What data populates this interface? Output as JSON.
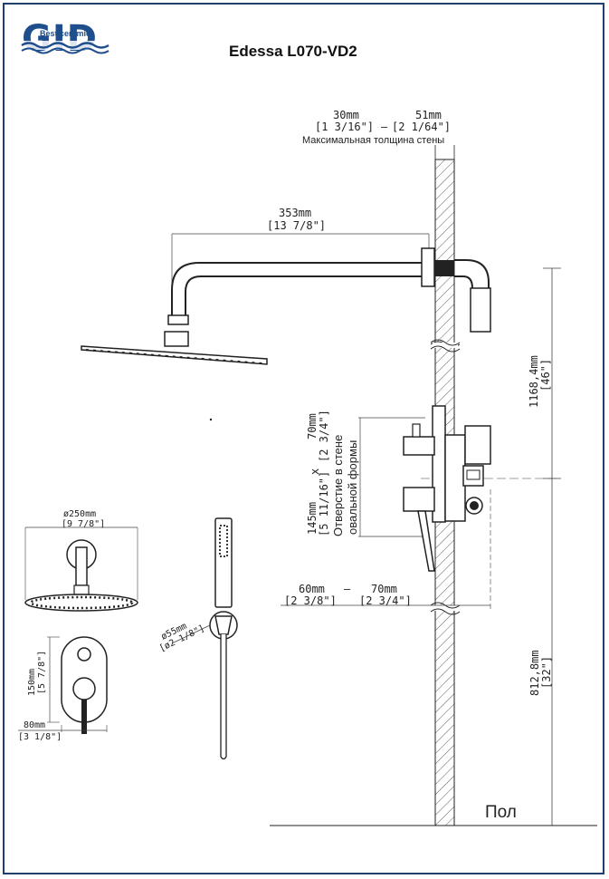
{
  "brand": {
    "logo_text": "GID",
    "tagline": "Best ceramic",
    "color": "#1f4e8c"
  },
  "title": "Edessa L070-VD2",
  "wall": {
    "dim_left": "30mm",
    "dim_right": "51mm",
    "dim_left_in": "[1  3/16\"]",
    "dim_right_in": "[2  1/64\"]",
    "separator": "—",
    "note": "Максимальная толщина стены"
  },
  "arm": {
    "length_mm": "353mm",
    "length_in": "[13  7/8\"]"
  },
  "height_head": {
    "mm": "1168,4mm",
    "in": "[46\"]"
  },
  "opening": {
    "h_mm": "70mm",
    "h_in": "[2  3/4\"]",
    "w_mm": "145mm",
    "w_in": "[5  11/16\"]",
    "times": "x",
    "label_line1": "Отверстие в стене",
    "label_line2": "овальной формы"
  },
  "depth": {
    "a_mm": "60mm",
    "dash": "—",
    "b_mm": "70mm",
    "a_in": "[2  3/8\"]",
    "b_in": "[2  3/4\"]"
  },
  "height_mixer": {
    "mm": "812,8mm",
    "in": "[32\"]"
  },
  "floor_label": "Пол",
  "head_diameter": {
    "mm": "ø250mm",
    "in": "[9  7/8\"]"
  },
  "plate": {
    "h_mm": "150mm",
    "h_in": "[5  7/8\"]",
    "w_mm": "80mm",
    "w_in": "[3  1/8\"]"
  },
  "holder": {
    "mm": "ø55mm",
    "in": "[ø2  1/8\"]"
  }
}
